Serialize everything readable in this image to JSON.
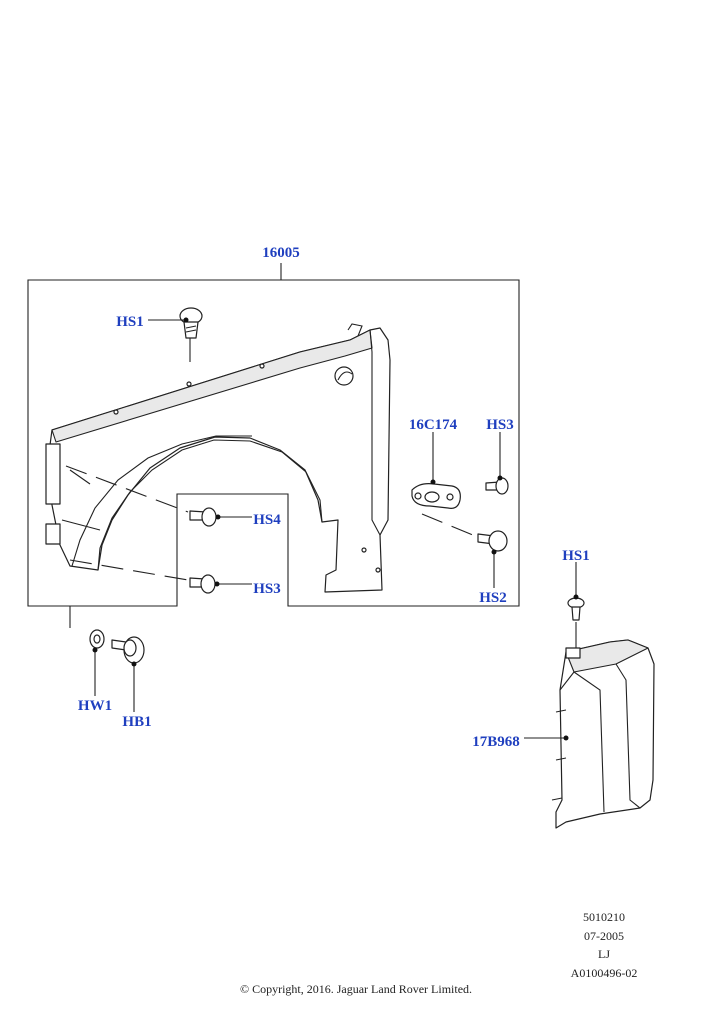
{
  "callouts": {
    "assembly": "16005",
    "hs1_top": "HS1",
    "hs4": "HS4",
    "hs3_lower": "HS3",
    "bracket": "16C174",
    "hs3_upper": "HS3",
    "hs2": "HS2",
    "hw1": "HW1",
    "hb1": "HB1",
    "hs1_right": "HS1",
    "trim": "17B968"
  },
  "reference": {
    "line1": "5010210",
    "line2": "07-2005",
    "line3": "LJ",
    "line4": "A0100496-02"
  },
  "copyright": "© Copyright, 2016. Jaguar Land Rover Limited.",
  "colors": {
    "callout": "#1f3fbf",
    "line": "#222222"
  }
}
